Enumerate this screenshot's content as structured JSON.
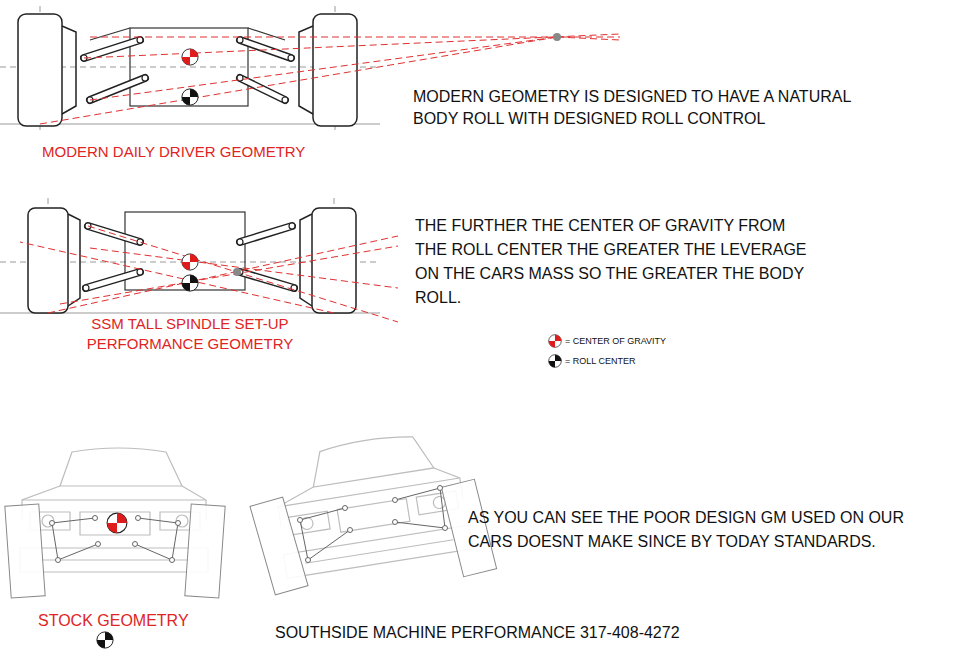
{
  "diagram": {
    "labels": [
      "MODERN GEOMETRY IS DESIGNED TO HAVE A NATURAL BODY ROLL WITH DESIGNED ROLL CONTROL",
      "MODERN DAILY DRIVER GEOMETRY",
      "THE FURTHER THE CENTER OF GRAVITY FROM THE ROLL CENTER THE GREATER THE LEVERAGE ON THE CARS MASS SO THE GREATER THE BODY ROLL.",
      "SSM TALL SPINDLE SET-UP PERFORMANCE GEOMETRY",
      "AS YOU CAN SEE THE POOR DESIGN GM USED ON OUR CARS DOESNT MAKE SINCE BY TODAY STANDARDS.",
      "STOCK GEOMETRY",
      "SOUTHSIDE MACHINE PERFORMANCE 317-408-4272"
    ],
    "legend": [
      {
        "text": "= CENTER OF GRAVITY"
      },
      {
        "text": "= ROLL CENTER"
      }
    ]
  }
}
